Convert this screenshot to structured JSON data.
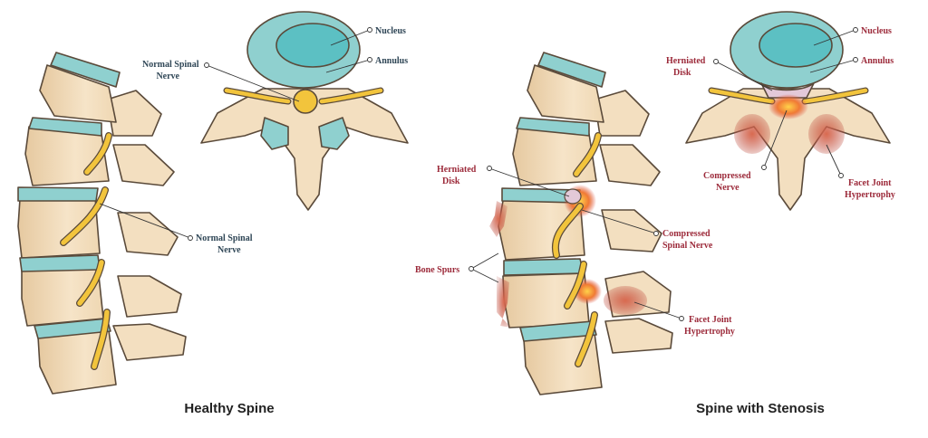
{
  "healthy": {
    "caption": "Healthy Spine",
    "nucleus": "Nucleus",
    "annulus": "Annulus",
    "nerve_top": [
      "Normal Spinal",
      "Nerve"
    ],
    "nerve_side": [
      "Normal Spinal",
      "Nerve"
    ]
  },
  "stenosis": {
    "caption": "Spine with Stenosis",
    "nucleus": "Nucleus",
    "annulus": "Annulus",
    "herniated_top": [
      "Herniated",
      "Disk"
    ],
    "compressed_top": [
      "Compressed",
      "Nerve"
    ],
    "facet_top": [
      "Facet Joint",
      "Hypertrophy"
    ],
    "herniated_side": [
      "Herniated",
      "Disk"
    ],
    "bone_spurs": "Bone Spurs",
    "compressed_side": [
      "Compressed",
      "Spinal Nerve"
    ],
    "facet_side": [
      "Facet Joint",
      "Hypertrophy"
    ]
  },
  "colors": {
    "bone": "#f3dfc0",
    "bone_stroke": "#5a4a3a",
    "disc": "#8fd0cf",
    "nucleus": "#5cc0c3",
    "nerve": "#f2c43c",
    "inflamed": "#e8503a",
    "label_healthy": "#2f4656",
    "label_stenosis": "#9c2a3a"
  }
}
